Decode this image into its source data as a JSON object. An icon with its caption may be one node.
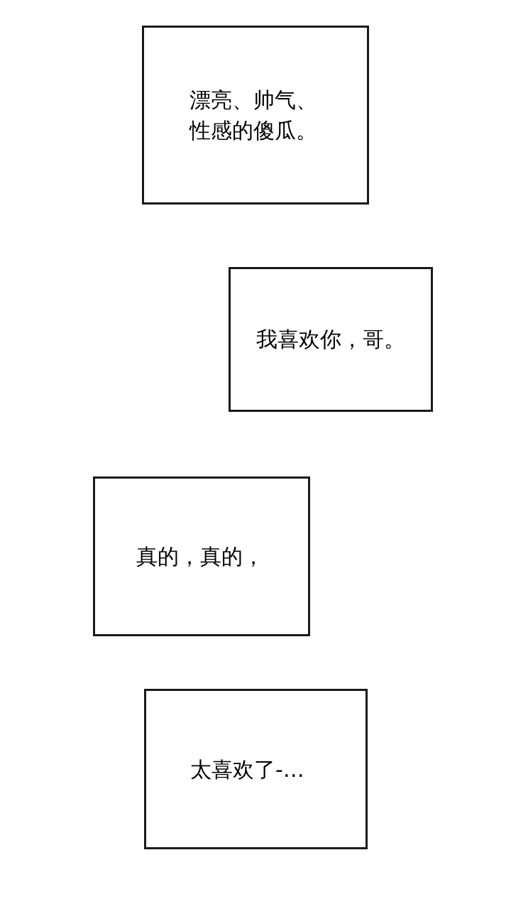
{
  "diagram": {
    "nodes": [
      {
        "text": [
          "漂亮、帅气、性感的傻瓜。"
        ]
      },
      {
        "text": [
          "我喜欢你，哥。"
        ]
      },
      {
        "text": [
          "真的，真的，"
        ]
      },
      {
        "text": [
          "太喜欢了-…"
        ]
      }
    ]
  }
}
